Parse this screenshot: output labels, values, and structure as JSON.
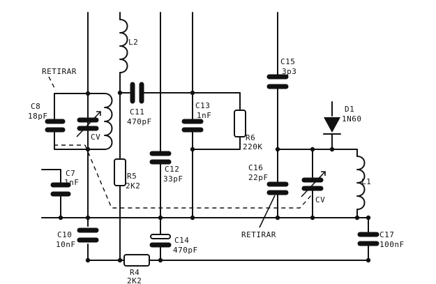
{
  "components": {
    "c7": {
      "ref": "C7",
      "value": "1nF"
    },
    "c8": {
      "ref": "C8",
      "value": "18pF"
    },
    "c10": {
      "ref": "C10",
      "value": "10nF"
    },
    "c11": {
      "ref": "C11",
      "value": "470pF"
    },
    "c12": {
      "ref": "C12",
      "value": "33pF"
    },
    "c13": {
      "ref": "C13",
      "value": "1nF"
    },
    "c14": {
      "ref": "C14",
      "value": "470pF"
    },
    "c15": {
      "ref": "C15",
      "value": "3p3"
    },
    "c16": {
      "ref": "C16",
      "value": "22pF"
    },
    "c17": {
      "ref": "C17",
      "value": "100nF"
    },
    "r4": {
      "ref": "R4",
      "value": "2K2"
    },
    "r5": {
      "ref": "R5",
      "value": "2K2"
    },
    "r6": {
      "ref": "R6",
      "value": "220K"
    },
    "l1": {
      "ref": "L1"
    },
    "l2": {
      "ref": "L2"
    },
    "d1": {
      "ref": "D1",
      "value": "1N60"
    },
    "cv_left": {
      "ref": "CV"
    },
    "cv_right": {
      "ref": "CV"
    }
  },
  "annotations": {
    "retirar_top": "RETIRAR",
    "retirar_bottom": "RETIRAR"
  }
}
